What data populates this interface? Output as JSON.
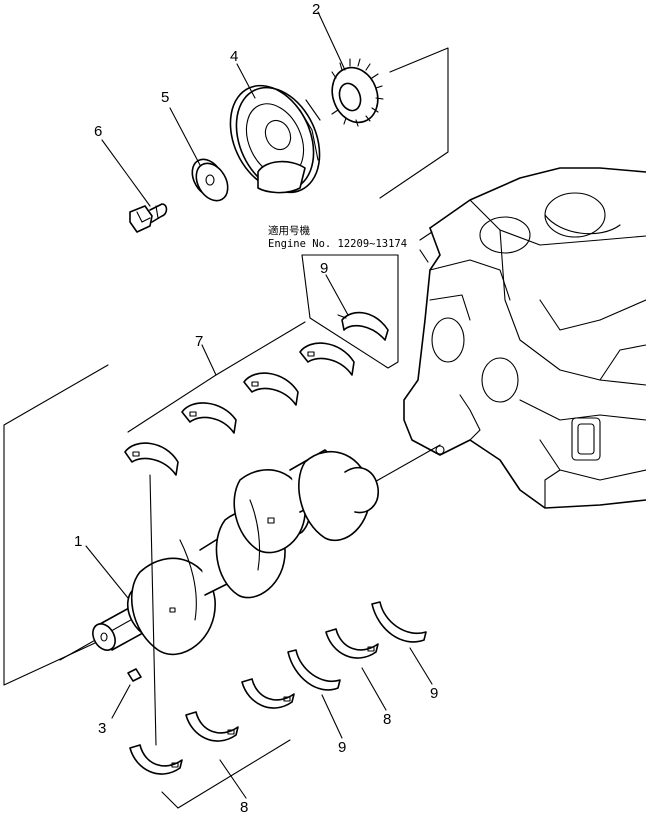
{
  "note": {
    "applicable_label": "適用号機",
    "engine_label": "Engine No. 12209~13174"
  },
  "callouts": {
    "crankshaft": "1",
    "gear": "2",
    "key": "3",
    "pulley": "4",
    "washer": "5",
    "bolt": "6",
    "main_bearing_upper": "7",
    "main_bearing_lower": "8",
    "thrust_washer": "9"
  }
}
